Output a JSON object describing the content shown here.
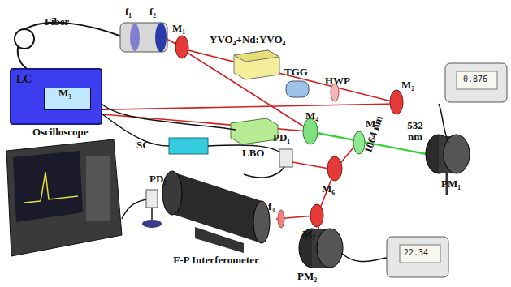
{
  "diagram": {
    "nodes": [
      {
        "text": [
          "LC"
        ]
      }
    ],
    "edges": [],
    "labels": [
      "Fiber",
      "f₁",
      "f₂",
      "M₁",
      "YVO₄+Nd:YVO₄",
      "TGG",
      "HWP",
      "M₂",
      "M₃",
      "LBO",
      "M₄",
      "M₅",
      "532 nm",
      "1064 nm",
      "SC",
      "PD₁",
      "PD₂",
      "M₆",
      "M₇",
      "f₃",
      "F-P Interferometer",
      "PM₁",
      "PM₂",
      "Oscilloscope",
      "0.876",
      "22.34"
    ]
  }
}
